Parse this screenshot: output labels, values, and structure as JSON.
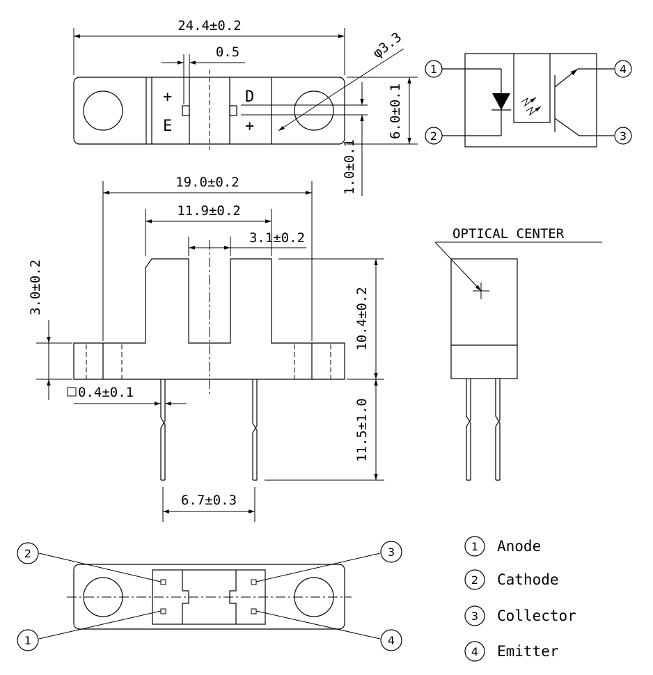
{
  "dimensions": {
    "overall_width": "24.4±0.2",
    "slit_width": "0.5",
    "hole_diameter": "φ3.3",
    "body_height": "6.0±0.1",
    "offset": "1.0±0.1",
    "hole_pitch": "19.0±0.2",
    "slot_outer": "11.9±0.2",
    "slot_gap": "3.1±0.2",
    "flange_thickness": "3.0±0.2",
    "total_height": "10.4±0.2",
    "lead_length": "11.5±1.0",
    "lead_size": "0.4±0.1",
    "lead_pitch": "6.7±0.3"
  },
  "top_view_marks": {
    "emitter_plus": "+",
    "emitter_letter": "E",
    "detector_letter": "D",
    "detector_plus": "+"
  },
  "optical_center_label": "OPTICAL CENTER",
  "pin_numbers": [
    "1",
    "2",
    "3",
    "4"
  ],
  "legend": [
    {
      "number": "1",
      "name": "Anode"
    },
    {
      "number": "2",
      "name": "Cathode"
    },
    {
      "number": "3",
      "name": "Collector"
    },
    {
      "number": "4",
      "name": "Emitter"
    }
  ]
}
